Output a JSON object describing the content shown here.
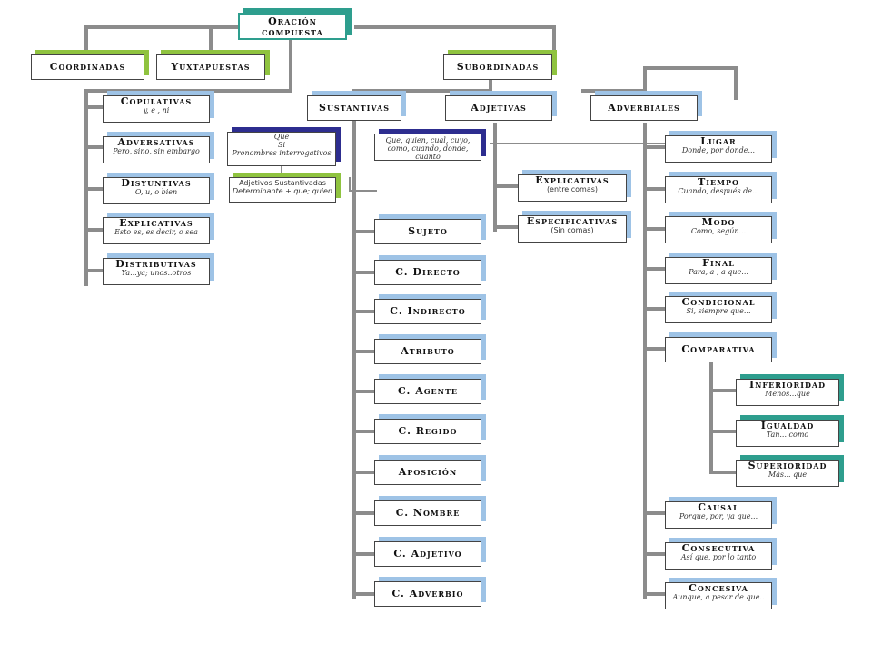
{
  "root": {
    "title": "Oración compuesta"
  },
  "coordinadas": {
    "title": "Coordinadas",
    "items": [
      {
        "title": "Copulativas",
        "sub": "y, e , ni"
      },
      {
        "title": "Adversativas",
        "sub": "Pero, sino, sin embargo"
      },
      {
        "title": "Disyuntivas",
        "sub": "O, u, o bien"
      },
      {
        "title": "Explicativas",
        "sub": "Esto es, es decir, o sea"
      },
      {
        "title": "Distributivas",
        "sub": "Ya...ya; unos..otros"
      }
    ]
  },
  "yuxtapuestas": {
    "title": "Yuxtapuestas"
  },
  "subordinadas": {
    "title": "Subordinadas"
  },
  "sustantivas": {
    "title": "Sustantivas",
    "nexos": [
      "Que",
      "Si",
      "Pronombres interrogativos"
    ],
    "nexos2": [
      "Adjetivos Sustantivadas",
      "Determinante + que; quien"
    ],
    "items": [
      "Sujeto",
      "C. Directo",
      "C. Indirecto",
      "Atributo",
      "C. Agente",
      "C. Regido",
      "Aposición",
      "C. Nombre",
      "C. Adjetivo",
      "C. Adverbio"
    ]
  },
  "adjetivas": {
    "title": "Adjetivas",
    "nexos": [
      "Que, quien, cual, cuyo,",
      "como, cuando, donde, cuanto"
    ],
    "items": [
      {
        "title": "Explicativas",
        "sub": "(entre comas)"
      },
      {
        "title": "Especificativas",
        "sub": "(Sin comas)"
      }
    ]
  },
  "adverbiales": {
    "title": "Adverbiales",
    "items": [
      {
        "title": "Lugar",
        "sub": "Donde, por donde..."
      },
      {
        "title": "Tiempo",
        "sub": "Cuando, después de..."
      },
      {
        "title": "Modo",
        "sub": "Como, según..."
      },
      {
        "title": "Final",
        "sub": "Para, a , a que..."
      },
      {
        "title": "Condicional",
        "sub": "Si, siempre que..."
      },
      {
        "title": "Comparativa",
        "sub": ""
      },
      {
        "title": "Causal",
        "sub": "Porque, por, ya que..."
      },
      {
        "title": "Consecutiva",
        "sub": "Así que, por lo tanto"
      },
      {
        "title": "Concesiva",
        "sub": "Aunque, a pesar de que.."
      }
    ],
    "comparativas": [
      {
        "title": "Inferioridad",
        "sub": "Menos...que"
      },
      {
        "title": "Igualdad",
        "sub": "Tan... como"
      },
      {
        "title": "Superioridad",
        "sub": "Más... que"
      }
    ]
  },
  "colors": {
    "line": "#8c8c8c",
    "blue": "#9ec3e6",
    "green": "#8fc33f",
    "teal": "#2e9e8e",
    "navy": "#2d2d8f"
  }
}
